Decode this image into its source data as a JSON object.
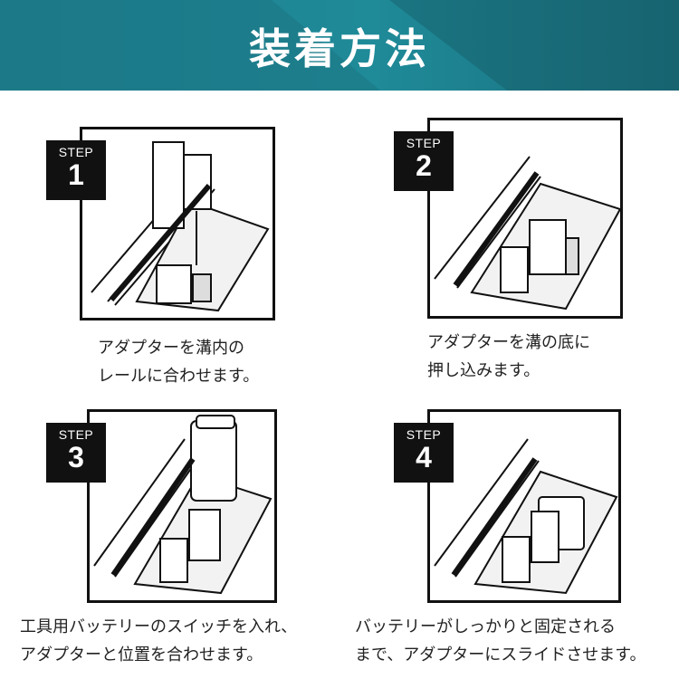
{
  "header": {
    "title": "装着方法"
  },
  "steps": [
    {
      "word": "STEP",
      "number": "1",
      "line1": "アダプターを溝内の",
      "line2": "レールに合わせます。"
    },
    {
      "word": "STEP",
      "number": "2",
      "line1": "アダプターを溝の底に",
      "line2": "押し込みます。"
    },
    {
      "word": "STEP",
      "number": "3",
      "line1": "工具用バッテリーのスイッチを入れ、",
      "line2": "アダプターと位置を合わせます。"
    },
    {
      "word": "STEP",
      "number": "4",
      "line1": "バッテリーがしっかりと固定される",
      "line2": "まで、アダプターにスライドさせます。"
    }
  ]
}
